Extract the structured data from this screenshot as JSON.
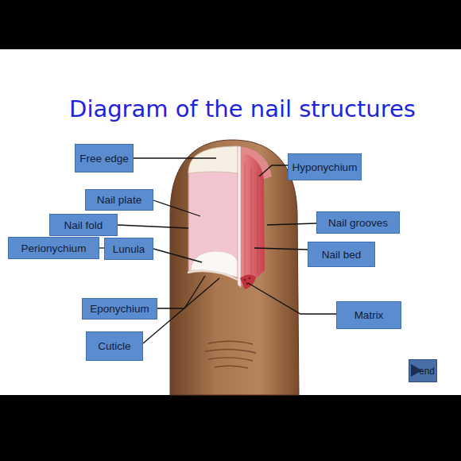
{
  "diagram": {
    "title": "Diagram of the nail structures",
    "nodes": [
      {
        "text": [
          "Free edge"
        ]
      },
      {
        "text": [
          "Hyponychium"
        ]
      },
      {
        "text": [
          "Nail plate"
        ]
      },
      {
        "text": [
          "Nail fold"
        ]
      },
      {
        "text": [
          "Nail grooves"
        ]
      },
      {
        "text": [
          "Perionychium"
        ]
      },
      {
        "text": [
          "Lunula"
        ]
      },
      {
        "text": [
          "Nail bed"
        ]
      },
      {
        "text": [
          "Eponychium"
        ]
      },
      {
        "text": [
          "Matrix"
        ]
      },
      {
        "text": [
          "Cuticle"
        ]
      },
      {
        "text": [
          "end"
        ]
      }
    ]
  }
}
